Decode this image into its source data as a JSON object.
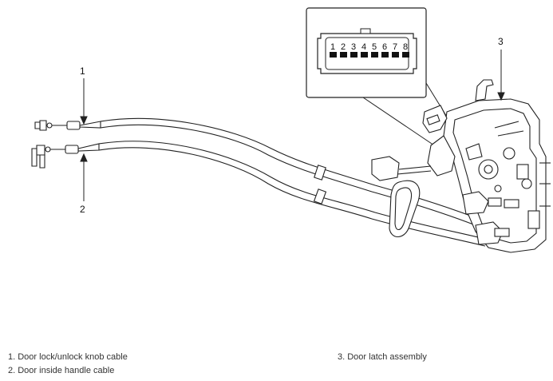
{
  "callouts": {
    "c1": "1",
    "c2": "2",
    "c3": "3"
  },
  "connector_pins": [
    "1",
    "2",
    "3",
    "4",
    "5",
    "6",
    "7",
    "8"
  ],
  "legend": {
    "item1": "1. Door lock/unlock knob cable",
    "item2": "2. Door inside handle cable",
    "item3": "3. Door latch assembly"
  },
  "colors": {
    "line": "#222222",
    "background": "#ffffff"
  }
}
